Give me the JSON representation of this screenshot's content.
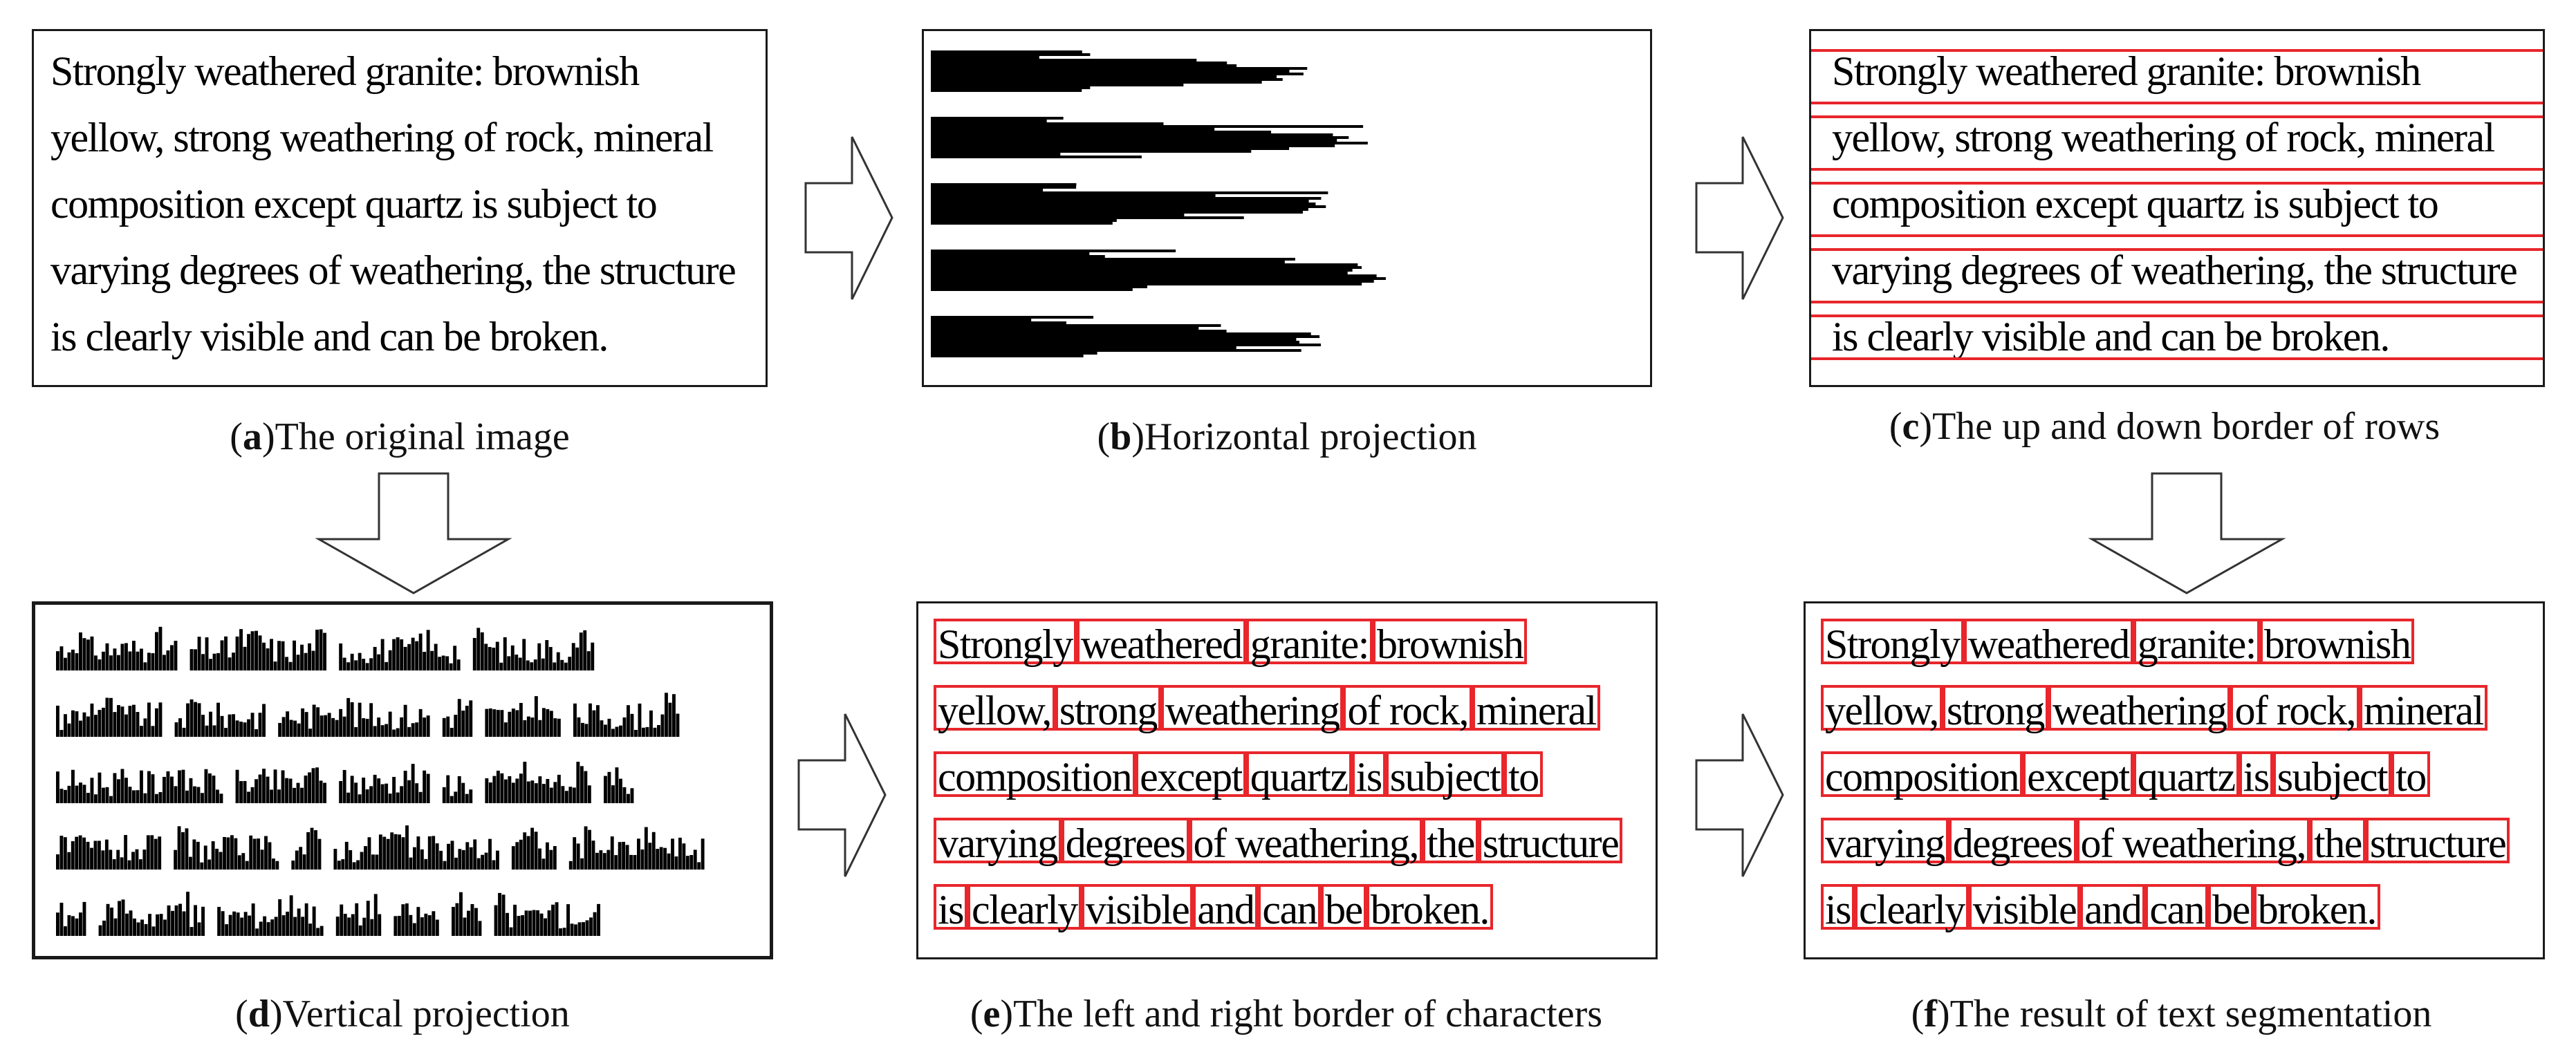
{
  "paragraph_lines": [
    "Strongly weathered granite: brownish",
    "yellow, strong weathering of rock, mineral",
    "composition except quartz is subject to",
    "varying degrees of weathering, the structure",
    "is clearly visible and can be broken."
  ],
  "segmented_words": [
    [
      "Strongly",
      "weathered",
      "granite:",
      "brownish"
    ],
    [
      "yellow,",
      "strong",
      "weathering",
      "of rock,",
      "mineral"
    ],
    [
      "composition",
      "except",
      "quartz",
      "is",
      "subject",
      "to"
    ],
    [
      "varying",
      "degrees",
      "of weathering,",
      "the",
      "structure"
    ],
    [
      "is",
      "clearly",
      "visible",
      "and",
      "can",
      "be",
      "broken."
    ]
  ],
  "captions": {
    "a": {
      "letter": "a",
      "text": "The original image"
    },
    "b": {
      "letter": "b",
      "text": "Horizontal projection"
    },
    "c": {
      "letter": "c",
      "text": "The up and down border of rows"
    },
    "d": {
      "letter": "d",
      "text": "Vertical projection"
    },
    "e": {
      "letter": "e",
      "text": "The left and right border of characters"
    },
    "f": {
      "letter": "f",
      "text": "The result of text segmentation"
    }
  },
  "colors": {
    "border_marks": "#e8262b",
    "ink": "#000000"
  }
}
